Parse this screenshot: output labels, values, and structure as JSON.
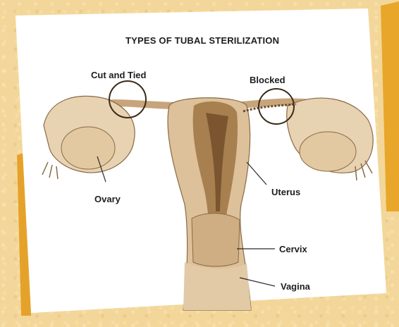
{
  "diagram": {
    "title": "TYPES OF TUBAL STERILIZATION",
    "labels": {
      "cut_and_tied": "Cut and Tied",
      "blocked": "Blocked",
      "ovary": "Ovary",
      "uterus": "Uterus",
      "cervix": "Cervix",
      "vagina": "Vagina"
    }
  },
  "colors": {
    "background": "#f3d79a",
    "card": "#ffffff",
    "orange_panel": "#e8a72a",
    "tissue": "#dcc19a",
    "tissue_dark": "#b0895a",
    "outline": "#3a2a18"
  }
}
